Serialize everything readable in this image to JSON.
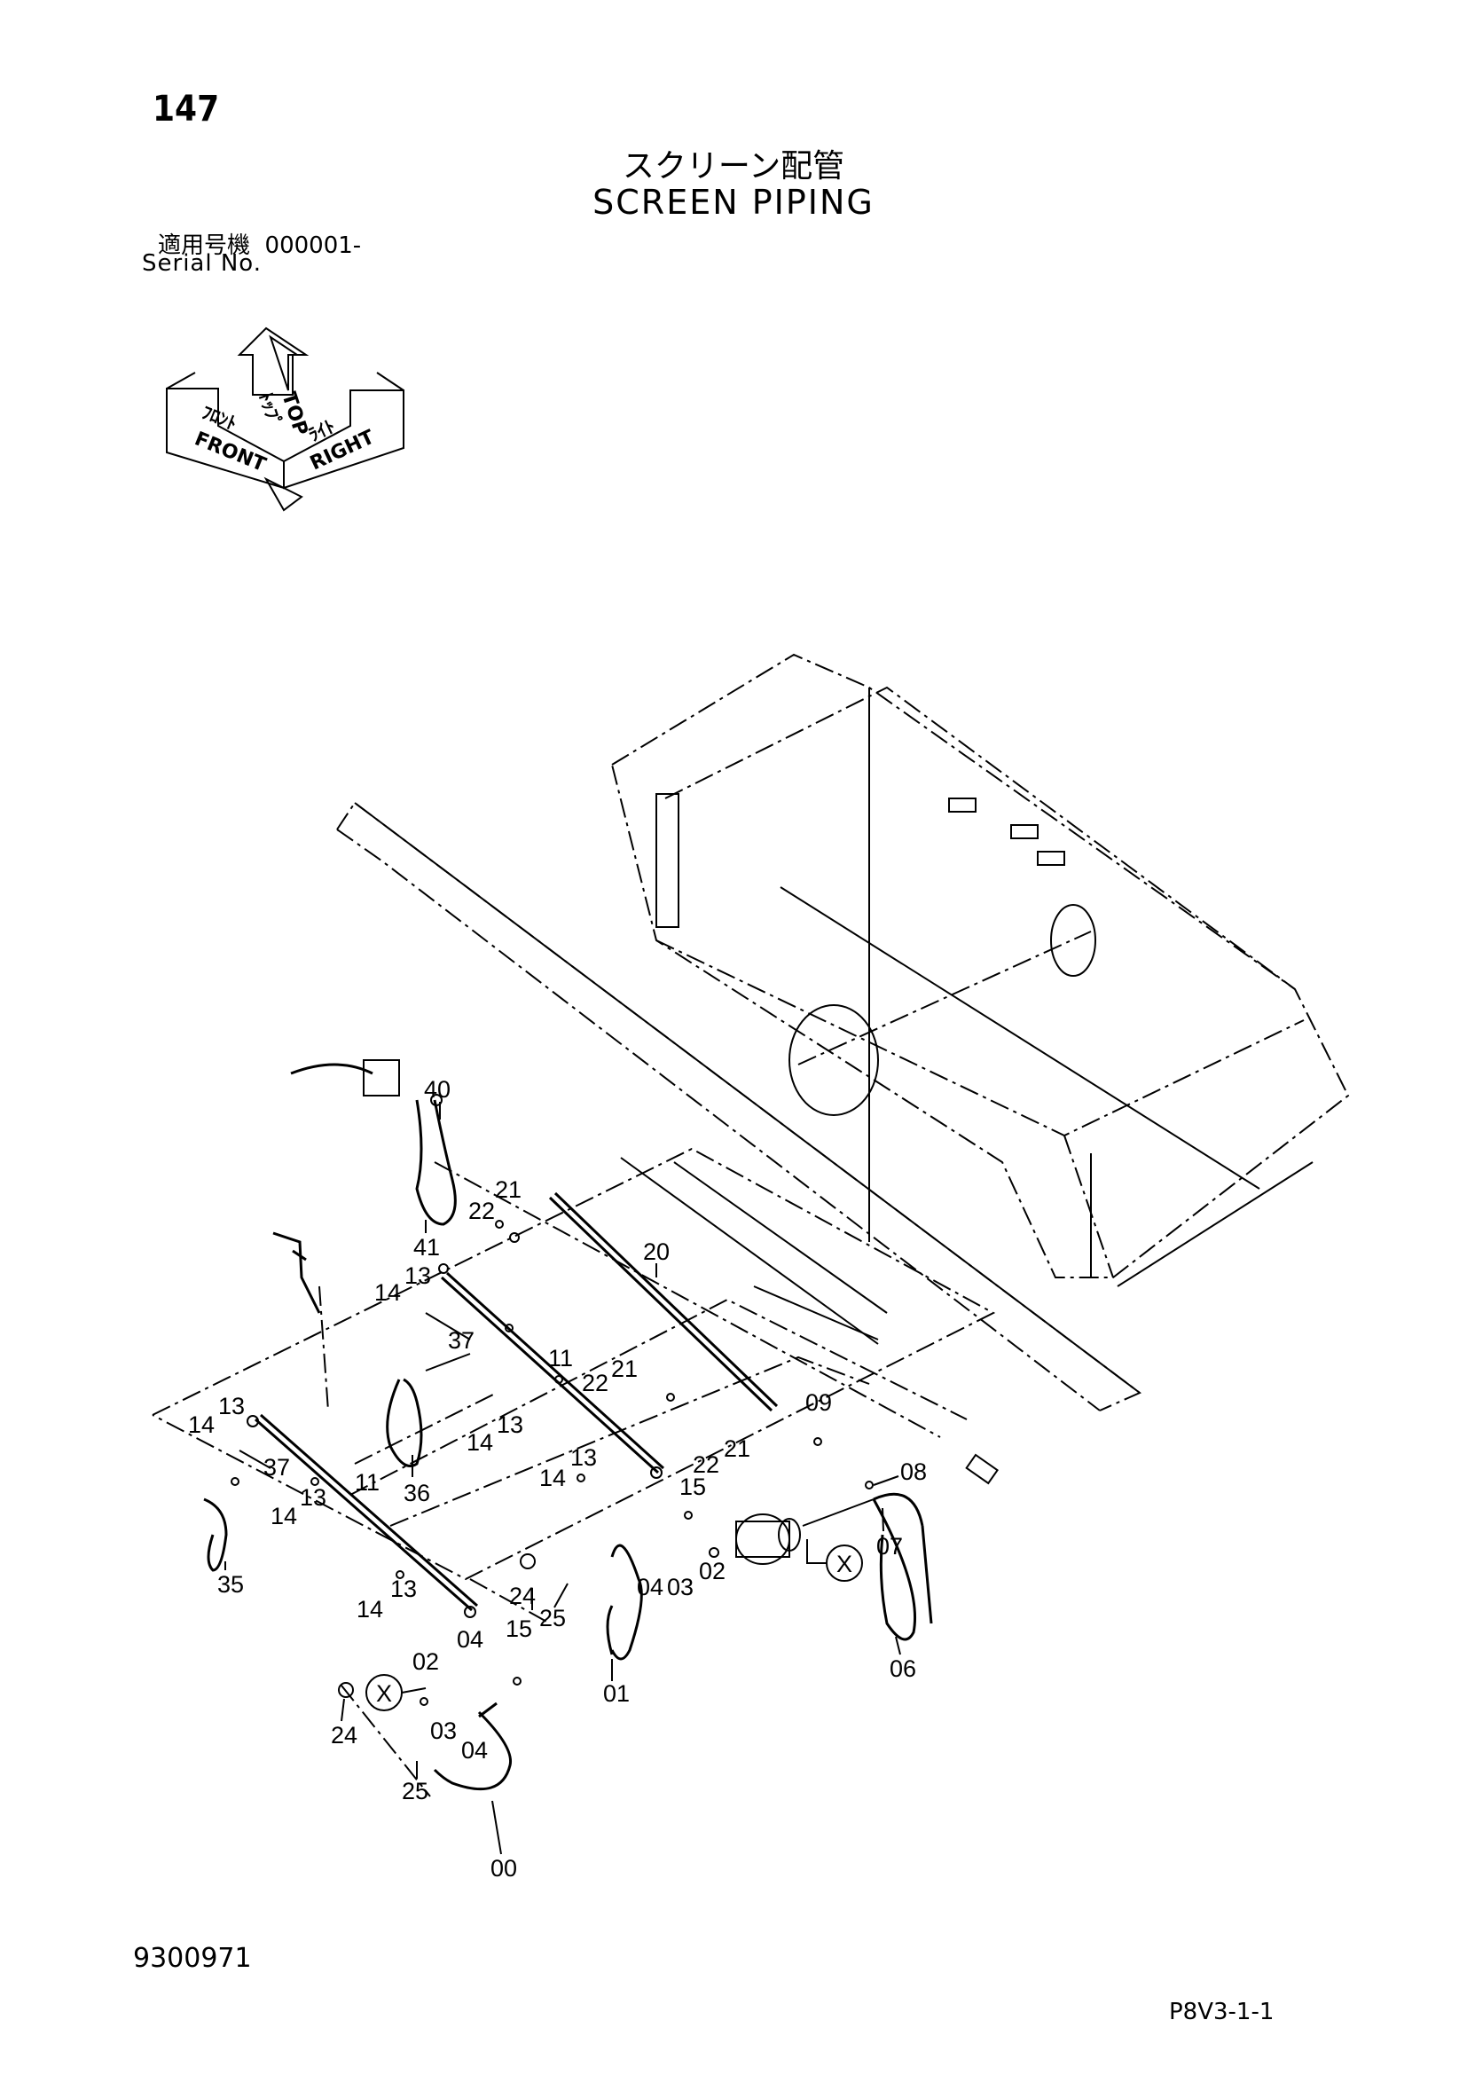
{
  "header": {
    "page_number": "147",
    "title_jp": "スクリーン配管",
    "title_en": "SCREEN PIPING",
    "serial_label_jp": "適用号機  000001-",
    "serial_label_en": "Serial No."
  },
  "orientation": {
    "top": "TOP",
    "top_jp": "ﾄｯﾌﾟ",
    "front": "FRONT",
    "front_jp": "ﾌﾛﾝﾄ",
    "right": "RIGHT",
    "right_jp": "ﾗｲﾄ"
  },
  "callouts": [
    "40",
    "41",
    "22",
    "21",
    "20",
    "14",
    "13",
    "37",
    "11",
    "22",
    "21",
    "09",
    "14",
    "13",
    "14",
    "13",
    "37",
    "36",
    "14",
    "13",
    "15",
    "08",
    "22",
    "21",
    "14",
    "13",
    "11",
    "07",
    "X",
    "04",
    "03",
    "02",
    "35",
    "14",
    "13",
    "24",
    "25",
    "15",
    "04",
    "02",
    "01",
    "06",
    "X",
    "03",
    "04",
    "24",
    "25",
    "00"
  ],
  "footer": {
    "doc_number": "9300971",
    "page_code": "P8V3-1-1"
  }
}
